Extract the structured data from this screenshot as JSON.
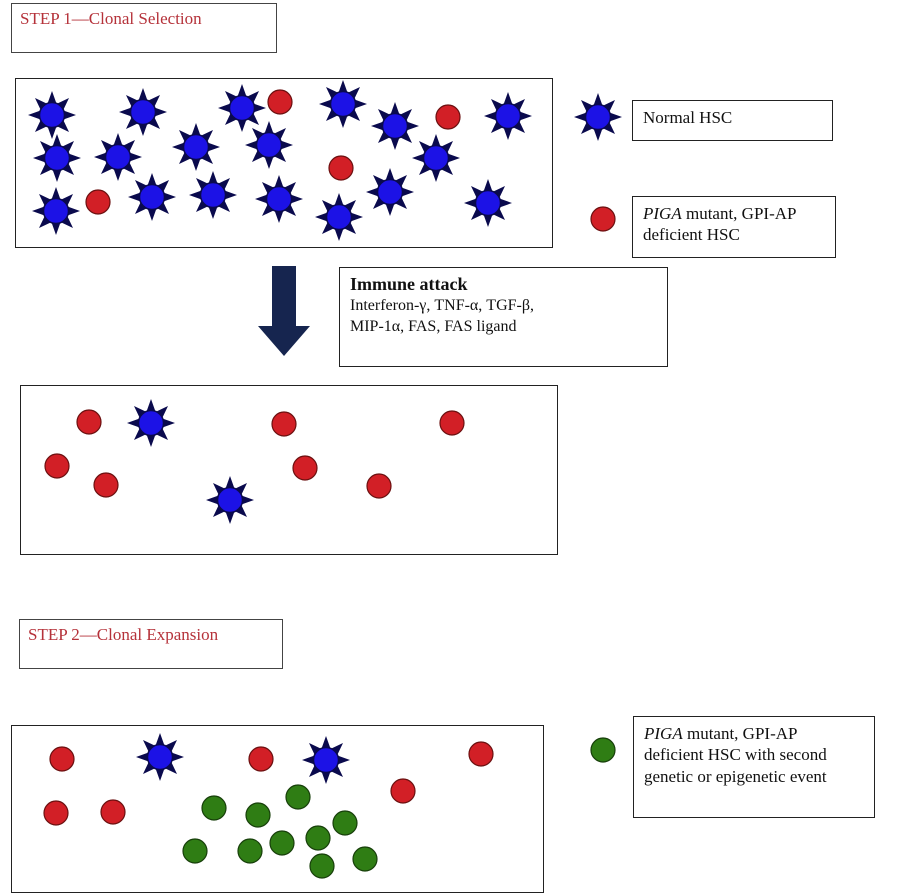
{
  "step1": {
    "label": "STEP 1—Clonal Selection"
  },
  "step2": {
    "label": "STEP 2—Clonal Expansion"
  },
  "legend": {
    "normal_hsc": "Normal HSC",
    "piga_italic": "PIGA",
    "piga_rest_line1": " mutant, GPI-AP",
    "piga_line2": "deficient HSC",
    "second_italic": "PIGA",
    "second_rest_line1": " mutant, GPI-AP",
    "second_line2": "deficient HSC with second",
    "second_line3": "genetic or epigenetic event"
  },
  "immune": {
    "title": "Immune attack",
    "line1": "Interferon-γ, TNF-α, TGF-β,",
    "line2": "MIP-1α, FAS, FAS ligand"
  },
  "colors": {
    "normal_hsc_fill": "#1c12e6",
    "normal_hsc_spikes": "#0a0a4d",
    "piga_cell": "#d21f26",
    "second_event_cell": "#2f7d14",
    "arrow": "#16254f"
  },
  "icons": {
    "normal": "star-cell-icon",
    "piga": "red-circle-icon",
    "second": "green-circle-icon",
    "arrow": "down-arrow-icon"
  }
}
